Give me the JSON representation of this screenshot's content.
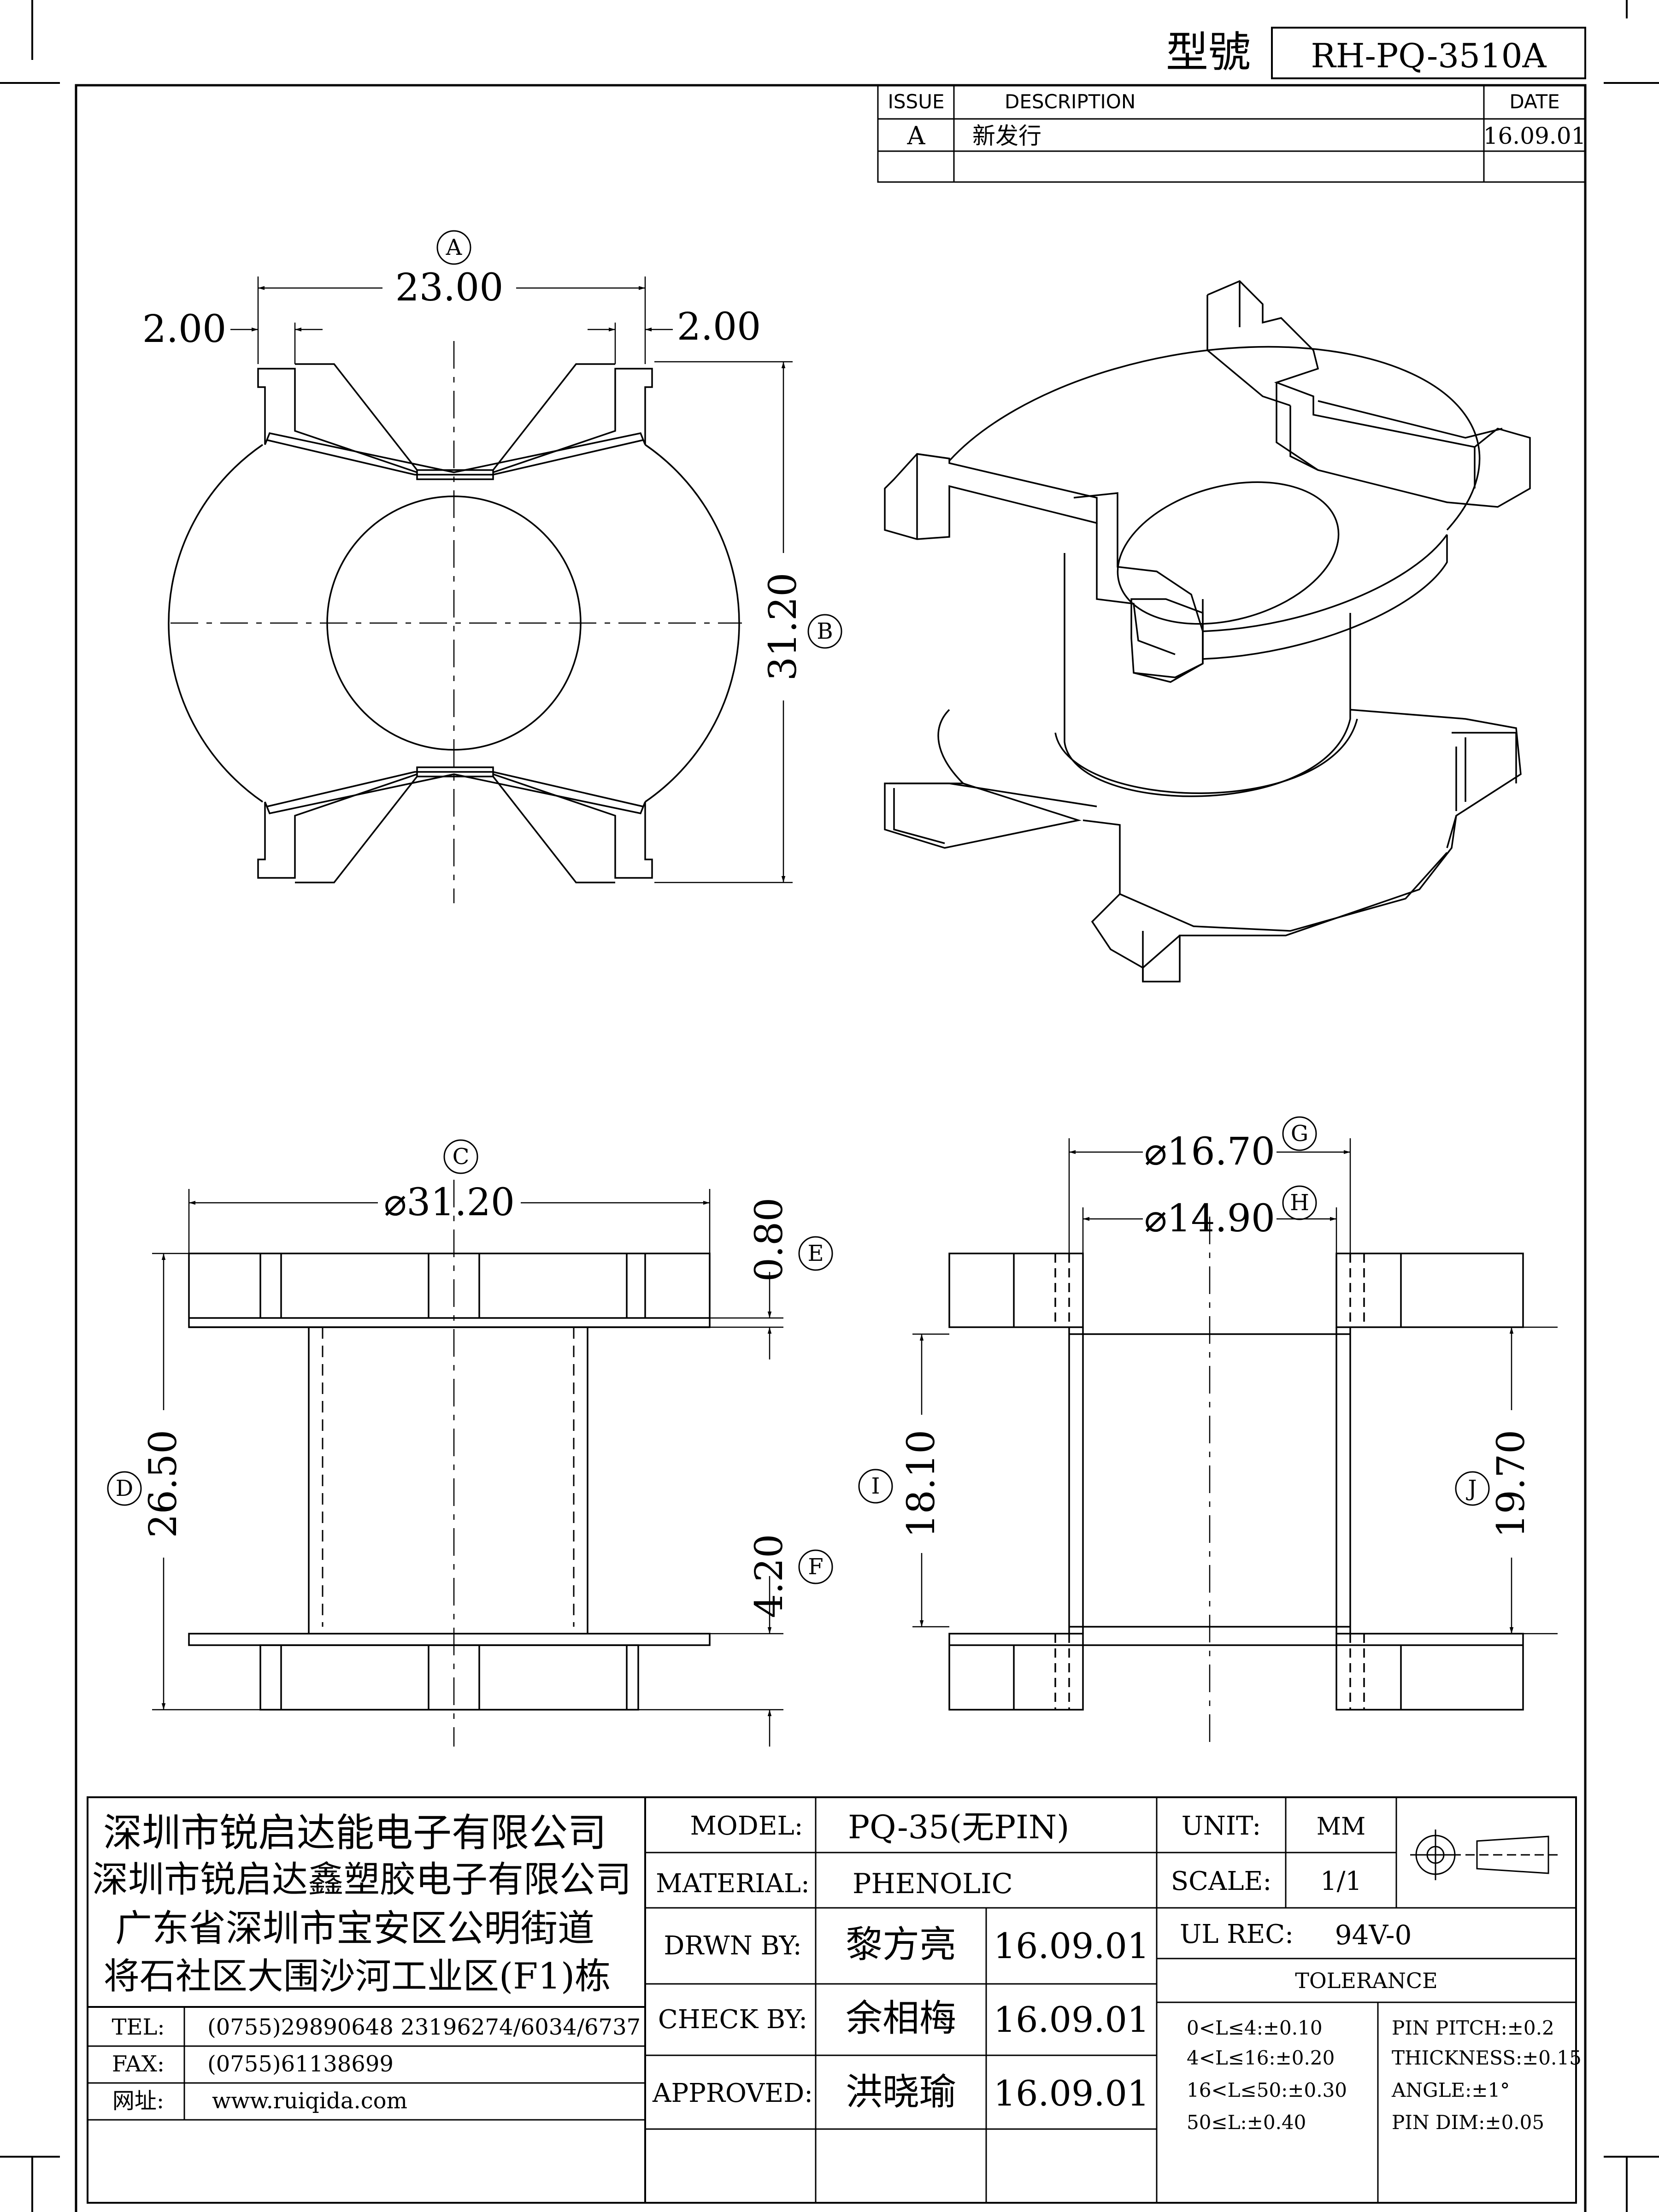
{
  "header": {
    "model_label": "型號",
    "model_no": "RH-PQ-3510A"
  },
  "revision": {
    "col_issue": "ISSUE",
    "col_desc": "DESCRIPTION",
    "col_date": "DATE",
    "rows": [
      {
        "issue": "A",
        "desc": "新发行",
        "date": "16.09.01"
      }
    ]
  },
  "top_view": {
    "marker": "A",
    "width": "23.00",
    "left_step": "2.00",
    "right_step": "2.00",
    "height": "31.20",
    "height_marker": "B"
  },
  "front_view": {
    "marker_c": "C",
    "diameter": "⌀31.20",
    "flange": "0.80",
    "marker_e": "E",
    "height": "26.50",
    "marker_d": "D",
    "bottom": "4.20",
    "marker_f": "F"
  },
  "section_view": {
    "outer_dia": "⌀16.70",
    "marker_g": "G",
    "inner_dia": "⌀14.90",
    "marker_h": "H",
    "inner_h": "18.10",
    "marker_i": "I",
    "outer_h": "19.70",
    "marker_j": "J"
  },
  "title_block": {
    "company": [
      "深圳市锐启达能电子有限公司",
      "深圳市锐启达鑫塑胶电子有限公司",
      "广东省深圳市宝安区公明街道",
      "将石社区大围沙河工业区(F1)栋"
    ],
    "tel_label": "TEL:",
    "tel": "(0755)29890648  23196274/6034/6737",
    "fax_label": "FAX:",
    "fax": "(0755)61138699",
    "web_label": "网址:",
    "web": "www.ruiqida.com",
    "model_label": "MODEL:",
    "model": "PQ-35(无PIN)",
    "material_label": "MATERIAL:",
    "material": "PHENOLIC",
    "drawn_label": "DRWN BY:",
    "drawn_by": "黎方亮",
    "drawn_date": "16.09.01",
    "check_label": "CHECK BY:",
    "check_by": "余相梅",
    "check_date": "16.09.01",
    "approved_label": "APPROVED:",
    "approved_by": "洪晓瑜",
    "approved_date": "16.09.01",
    "unit_label": "UNIT:",
    "unit": "MM",
    "scale_label": "SCALE:",
    "scale": "1/1",
    "ul_label": "UL REC:",
    "ul": "94V-0",
    "tolerance_label": "TOLERANCE",
    "tol_left": [
      "0<L≤4:±0.10",
      "4<L≤16:±0.20",
      "16<L≤50:±0.30",
      "50≤L:±0.40"
    ],
    "tol_right": [
      "PIN PITCH:±0.2",
      "THICKNESS:±0.15",
      "ANGLE:±1°",
      "PIN DIM:±0.05"
    ]
  }
}
